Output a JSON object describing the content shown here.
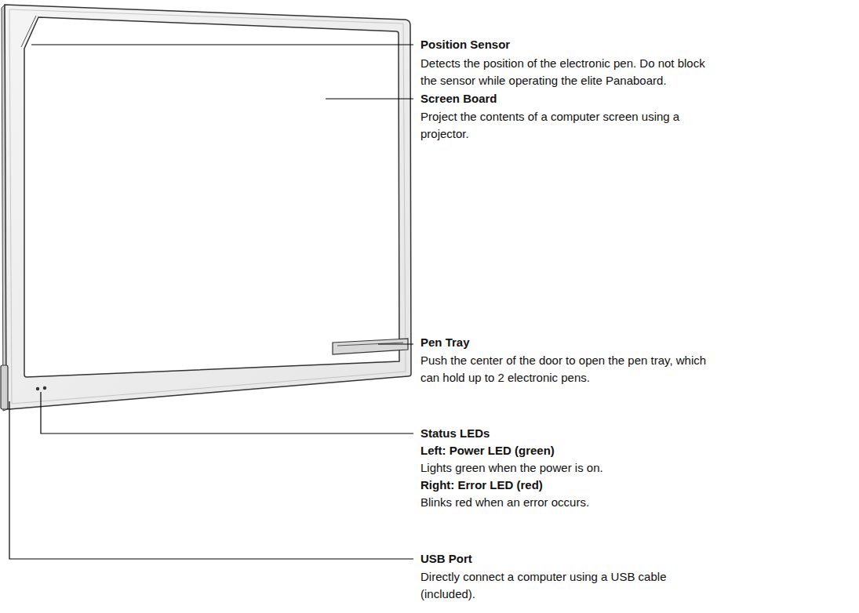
{
  "diagram": {
    "labels": [
      "Position Sensor",
      "Detects the position of the electronic pen. Do not block the sensor while operating the elite Panaboard.",
      "Screen Board",
      "Project the contents of a computer screen using a projector.",
      "Pen Tray",
      "Push the center of the door to open the pen tray, which can hold up to 2 electronic pens.",
      "Status LEDs",
      "Left: Power LED (green)",
      "Lights green when the power is on.",
      "Right: Error LED (red)",
      "Blinks red when an error occurs.",
      "USB Port",
      "Directly connect a computer using a USB cable (included)."
    ]
  }
}
